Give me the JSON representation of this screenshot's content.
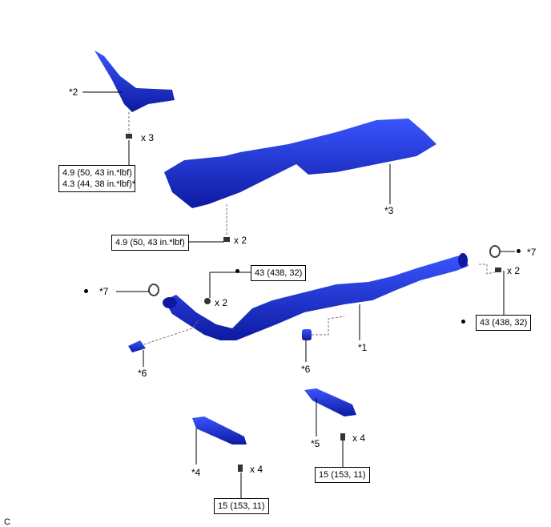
{
  "diagram": {
    "callouts": {
      "c1": "*1",
      "c2": "*2",
      "c3": "*3",
      "c4": "*4",
      "c5": "*5",
      "c6a": "*6",
      "c6b": "*6",
      "c7a": "*7",
      "c7b": "*7"
    },
    "quantities": {
      "q_heat2": "x 3",
      "q_heat3": "x 2",
      "q_front": "x 2",
      "q_rear": "x 2",
      "q_brk4": "x 4",
      "q_brk5": "x 4"
    },
    "torques": {
      "heat2_line1": "4.9 (50, 43 in.*lbf)",
      "heat2_line2": "4.3 (44, 38 in.*lbf)*",
      "heat3": "4.9 (50, 43 in.*lbf)",
      "front_nut": "43 (438, 32)",
      "rear_bolt": "43 (438, 32)",
      "brk5": "15 (153, 11)",
      "brk4": "15 (153, 11)"
    },
    "figure_code": "C",
    "colors": {
      "part": "#1a2fd6",
      "part_dark": "#0a1590"
    }
  }
}
